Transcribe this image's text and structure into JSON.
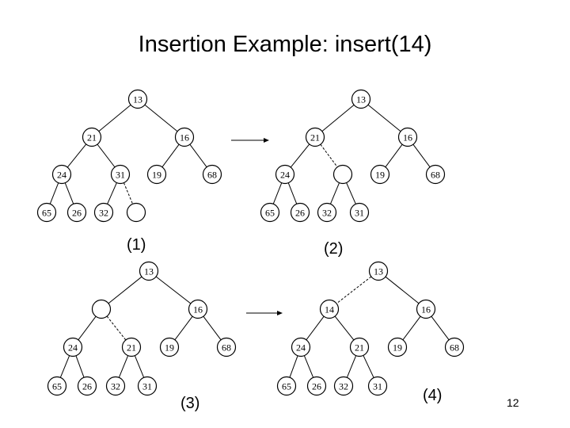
{
  "slide": {
    "title": "Insertion Example: insert(14)",
    "page_number": "12"
  },
  "diagrams": [
    {
      "caption": "(1)",
      "nodes": [
        {
          "id": "r",
          "label": "13"
        },
        {
          "id": "a",
          "label": "21"
        },
        {
          "id": "b",
          "label": "16"
        },
        {
          "id": "c",
          "label": "24"
        },
        {
          "id": "d",
          "label": "31"
        },
        {
          "id": "e",
          "label": "19"
        },
        {
          "id": "f",
          "label": "68"
        },
        {
          "id": "g",
          "label": "65"
        },
        {
          "id": "h",
          "label": "26"
        },
        {
          "id": "i",
          "label": "32"
        },
        {
          "id": "j",
          "label": ""
        }
      ],
      "edges": [
        [
          "r",
          "a",
          false
        ],
        [
          "r",
          "b",
          false
        ],
        [
          "a",
          "c",
          false
        ],
        [
          "a",
          "d",
          false
        ],
        [
          "b",
          "e",
          false
        ],
        [
          "b",
          "f",
          false
        ],
        [
          "c",
          "g",
          false
        ],
        [
          "c",
          "h",
          false
        ],
        [
          "d",
          "i",
          false
        ],
        [
          "d",
          "j",
          true
        ]
      ]
    },
    {
      "caption": "(2)",
      "nodes": [
        {
          "id": "r",
          "label": "13"
        },
        {
          "id": "a",
          "label": "21"
        },
        {
          "id": "b",
          "label": "16"
        },
        {
          "id": "c",
          "label": "24"
        },
        {
          "id": "d",
          "label": ""
        },
        {
          "id": "e",
          "label": "19"
        },
        {
          "id": "f",
          "label": "68"
        },
        {
          "id": "g",
          "label": "65"
        },
        {
          "id": "h",
          "label": "26"
        },
        {
          "id": "i",
          "label": "32"
        },
        {
          "id": "j",
          "label": "31"
        }
      ],
      "edges": [
        [
          "r",
          "a",
          false
        ],
        [
          "r",
          "b",
          false
        ],
        [
          "a",
          "c",
          false
        ],
        [
          "a",
          "d",
          true
        ],
        [
          "b",
          "e",
          false
        ],
        [
          "b",
          "f",
          false
        ],
        [
          "c",
          "g",
          false
        ],
        [
          "c",
          "h",
          false
        ],
        [
          "d",
          "i",
          false
        ],
        [
          "d",
          "j",
          false
        ]
      ]
    },
    {
      "caption": "(3)",
      "nodes": [
        {
          "id": "r",
          "label": "13"
        },
        {
          "id": "a",
          "label": ""
        },
        {
          "id": "b",
          "label": "16"
        },
        {
          "id": "c",
          "label": "24"
        },
        {
          "id": "d",
          "label": "21"
        },
        {
          "id": "e",
          "label": "19"
        },
        {
          "id": "f",
          "label": "68"
        },
        {
          "id": "g",
          "label": "65"
        },
        {
          "id": "h",
          "label": "26"
        },
        {
          "id": "i",
          "label": "32"
        },
        {
          "id": "j",
          "label": "31"
        }
      ],
      "edges": [
        [
          "r",
          "a",
          false
        ],
        [
          "r",
          "b",
          false
        ],
        [
          "a",
          "c",
          false
        ],
        [
          "a",
          "d",
          true
        ],
        [
          "b",
          "e",
          false
        ],
        [
          "b",
          "f",
          false
        ],
        [
          "c",
          "g",
          false
        ],
        [
          "c",
          "h",
          false
        ],
        [
          "d",
          "i",
          false
        ],
        [
          "d",
          "j",
          false
        ]
      ]
    },
    {
      "caption": "(4)",
      "nodes": [
        {
          "id": "r",
          "label": "13"
        },
        {
          "id": "a",
          "label": "14"
        },
        {
          "id": "b",
          "label": "16"
        },
        {
          "id": "c",
          "label": "24"
        },
        {
          "id": "d",
          "label": "21"
        },
        {
          "id": "e",
          "label": "19"
        },
        {
          "id": "f",
          "label": "68"
        },
        {
          "id": "g",
          "label": "65"
        },
        {
          "id": "h",
          "label": "26"
        },
        {
          "id": "i",
          "label": "32"
        },
        {
          "id": "j",
          "label": "31"
        }
      ],
      "edges": [
        [
          "r",
          "a",
          true
        ],
        [
          "r",
          "b",
          false
        ],
        [
          "a",
          "c",
          false
        ],
        [
          "a",
          "d",
          false
        ],
        [
          "b",
          "e",
          false
        ],
        [
          "b",
          "f",
          false
        ],
        [
          "c",
          "g",
          false
        ],
        [
          "c",
          "h",
          false
        ],
        [
          "d",
          "i",
          false
        ],
        [
          "d",
          "j",
          false
        ]
      ]
    }
  ]
}
